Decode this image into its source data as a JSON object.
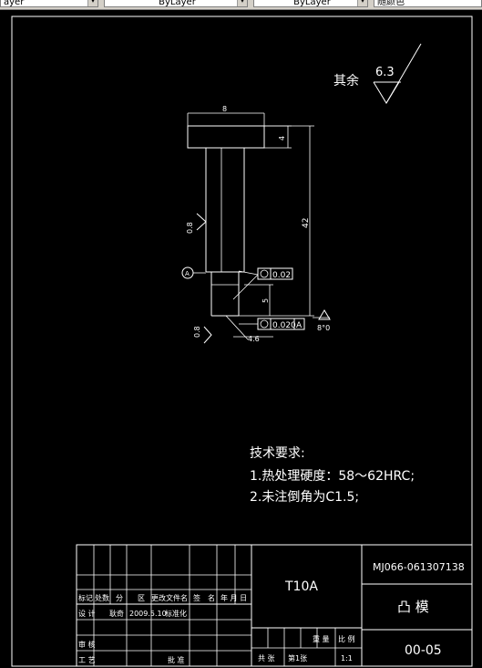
{
  "toolbar": {
    "layer_fragment": "ayer",
    "linetype": "ByLayer",
    "lineweight": "ByLayer",
    "color": "随颜色"
  },
  "roughness": {
    "prefix": "其余",
    "value": "6.3"
  },
  "dimensions": {
    "width": "8",
    "head_height": "4",
    "length": "42",
    "roughness_shank": "0.8",
    "roughness_tip": "0.8",
    "step": "5",
    "tip_dia": "4.6",
    "datum_label": "A",
    "datum_angle": "8°0"
  },
  "tolerances": {
    "upper": "0.02",
    "lower": "0.020",
    "lower_datum": "A"
  },
  "requirements": {
    "heading": "技术要求:",
    "item1": "1.热处理硬度：58～62HRC;",
    "item2": "2.未注倒角为C1.5;"
  },
  "title_block": {
    "material": "T10A",
    "drawing_no": "MJ066-061307138",
    "part_name": "凸 模",
    "sheet_code": "00-05",
    "rev_headers": [
      "标记",
      "处数",
      "分",
      "区",
      "更改文件名",
      "签",
      "名",
      "年 月 日"
    ],
    "design_label": "设 计",
    "designer": "耿奇",
    "design_date": "2009.5.10",
    "standardize": "标准化",
    "review_label": "审 核",
    "process_label": "工 艺",
    "approve_label": "批 准",
    "weight_label": "重 量",
    "scale_label": "比 例",
    "sheets_total": "共 张",
    "sheet_num": "第1张",
    "scale_value": "1:1"
  }
}
